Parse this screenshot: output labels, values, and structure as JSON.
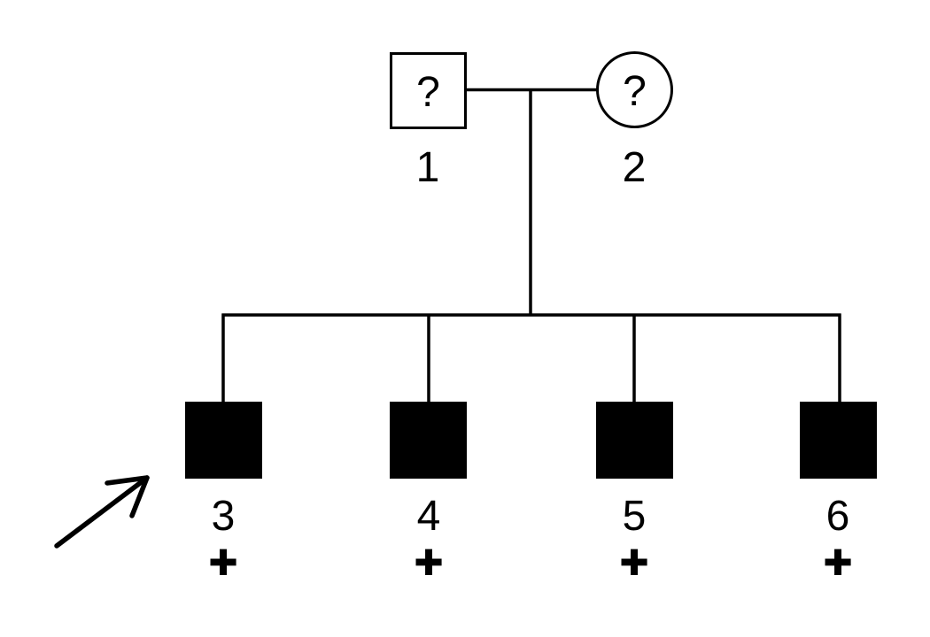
{
  "pedigree": {
    "generation_parents": {
      "individuals": [
        {
          "label": "1",
          "sex": "male",
          "status": "unknown",
          "symbol_text": "?"
        },
        {
          "label": "2",
          "sex": "female",
          "status": "unknown",
          "symbol_text": "?"
        }
      ]
    },
    "generation_children": {
      "individuals": [
        {
          "label": "3",
          "sex": "male",
          "status": "affected",
          "marker": "+",
          "proband": true
        },
        {
          "label": "4",
          "sex": "male",
          "status": "affected",
          "marker": "+",
          "proband": false
        },
        {
          "label": "5",
          "sex": "male",
          "status": "affected",
          "marker": "+",
          "proband": false
        },
        {
          "label": "6",
          "sex": "male",
          "status": "affected",
          "marker": "+",
          "proband": false
        }
      ]
    },
    "icons": {
      "proband_arrow": "arrow-pointing-up-right-to-individual-3"
    },
    "colors": {
      "background": "#ffffff",
      "line": "#000000",
      "affected_fill": "#000000"
    }
  }
}
